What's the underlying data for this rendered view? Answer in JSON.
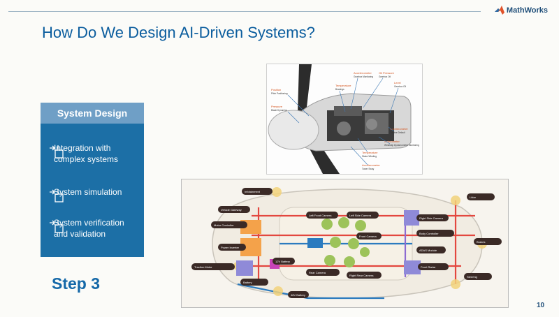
{
  "brand": {
    "name": "MathWorks"
  },
  "title": "How Do We Design AI-Driven Systems?",
  "panel": {
    "heading": "System Design",
    "items": [
      {
        "lines": [
          "Integration with",
          "complex systems"
        ]
      },
      {
        "lines": [
          "System simulation"
        ]
      },
      {
        "lines": [
          "System verification",
          "and validation"
        ]
      }
    ]
  },
  "step_label": "Step 3",
  "page_number": "10",
  "wind_turbine": {
    "labels": [
      {
        "title": "Accelerometer",
        "sub": "Gearbox Monitoring"
      },
      {
        "title": "Oil Pressure",
        "sub": "Gearbox Oil"
      },
      {
        "title": "Temperature",
        "sub": "Bearings"
      },
      {
        "title": "Level",
        "sub": "Gearbox Oil"
      },
      {
        "title": "Position",
        "sub": "Pitch Positioning"
      },
      {
        "title": "Pressure",
        "sub": "Blade Dynamics"
      },
      {
        "title": "Accelerometer",
        "sub": "Turbine Default"
      },
      {
        "title": "Inclinometer",
        "sub": "Windship Dynamometer Monitoring"
      },
      {
        "title": "Temperature",
        "sub": "Stator Winding"
      },
      {
        "title": "Accelerometer",
        "sub": "Tower Sway"
      }
    ]
  },
  "vehicle": {
    "modules": [
      "Infotainment",
      "Vehicle Gateway",
      "Motor Controller",
      "Power Inverter",
      "Traction Motor",
      "Battery",
      "12V Battery",
      "48V Battery",
      "Left Front Camera",
      "Left Side Camera",
      "Front Camera",
      "Rear Camera",
      "Right Rear Camera",
      "Right Side Camera",
      "Body Controller",
      "ADAS Module",
      "Front Radar",
      "Lidar",
      "Brakes",
      "Steering"
    ]
  },
  "colors": {
    "title": "#0b5d9e",
    "panel": "#1c6fa6",
    "panel_head": "#6f9fc6",
    "accent": "#d43d2a"
  }
}
